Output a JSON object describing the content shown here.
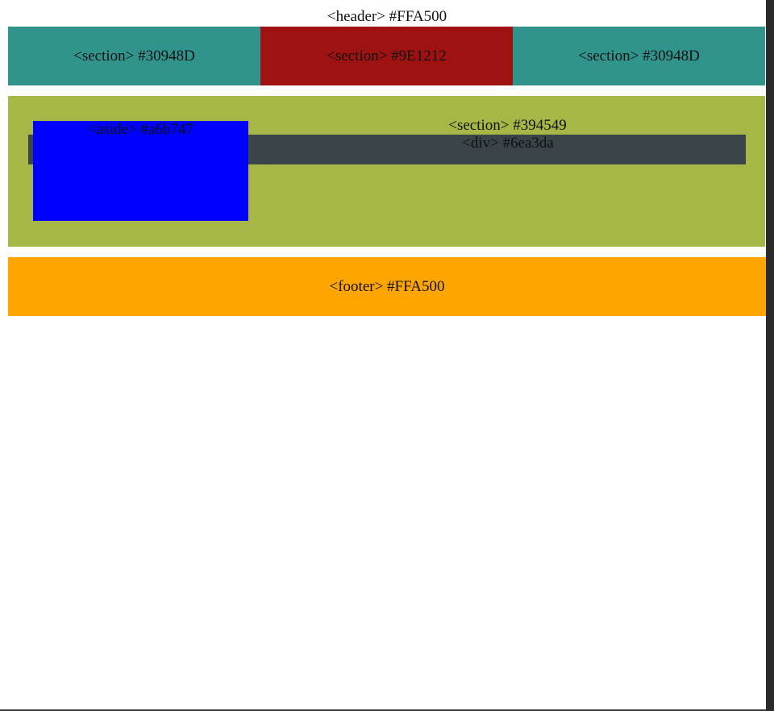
{
  "header": {
    "label": "<header> #FFA500"
  },
  "top_sections": [
    {
      "label": "<section> #30948D",
      "color": "#30948D"
    },
    {
      "label": "<section> #9E1212",
      "color": "#9E1212"
    },
    {
      "label": "<section> #30948D",
      "color": "#30948D"
    }
  ],
  "main_section": {
    "label": "<section> #394549",
    "color": "#a6b747",
    "div": {
      "label": "<div> #6ea3da",
      "color": "#394549"
    },
    "aside": {
      "label": "<aside> #a6b747",
      "color": "#0000FF"
    }
  },
  "footer": {
    "label": "<footer> #FFA500",
    "color": "#FFA500"
  }
}
